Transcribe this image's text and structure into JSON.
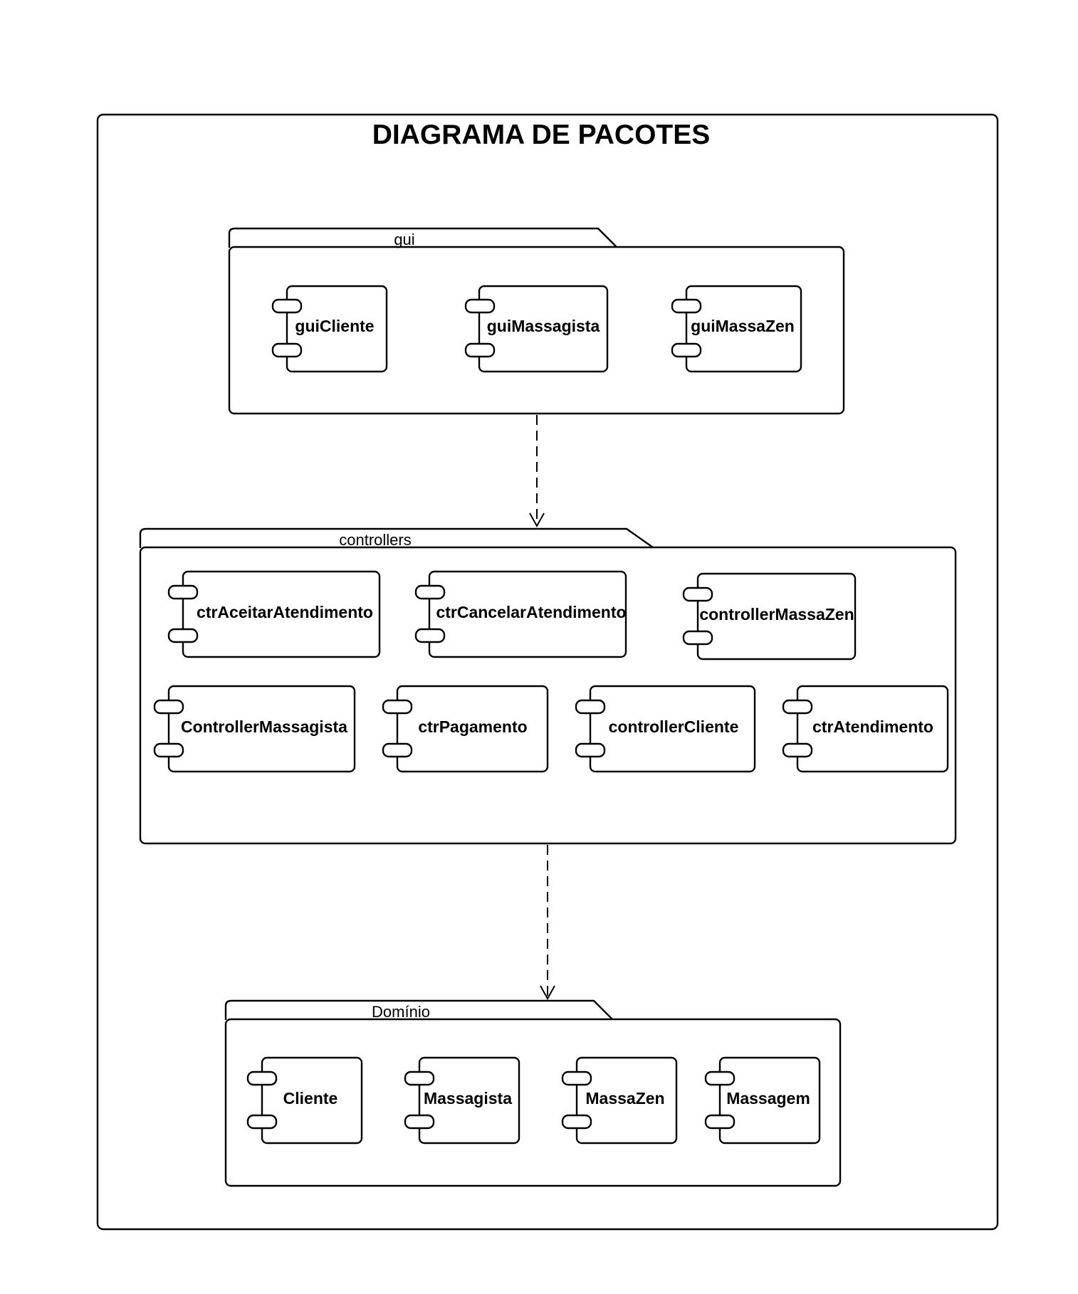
{
  "diagram": {
    "title": "DIAGRAMA DE PACOTES",
    "packages": {
      "gui": {
        "name": "gui",
        "components": [
          "guiCliente",
          "guiMassagista",
          "guiMassaZen"
        ]
      },
      "controllers": {
        "name": "controllers",
        "components": [
          "ctrAceitarAtendimento",
          "ctrCancelarAtendimento",
          "controllerMassaZen",
          "ControllerMassagista",
          "ctrPagamento",
          "controllerCliente",
          "ctrAtendimento"
        ]
      },
      "dominio": {
        "name": "Domínio",
        "components": [
          "Cliente",
          "Massagista",
          "MassaZen",
          "Massagem"
        ]
      }
    },
    "dependencies": [
      {
        "from": "gui",
        "to": "controllers",
        "style": "dashed"
      },
      {
        "from": "controllers",
        "to": "Domínio",
        "style": "dashed"
      }
    ]
  }
}
